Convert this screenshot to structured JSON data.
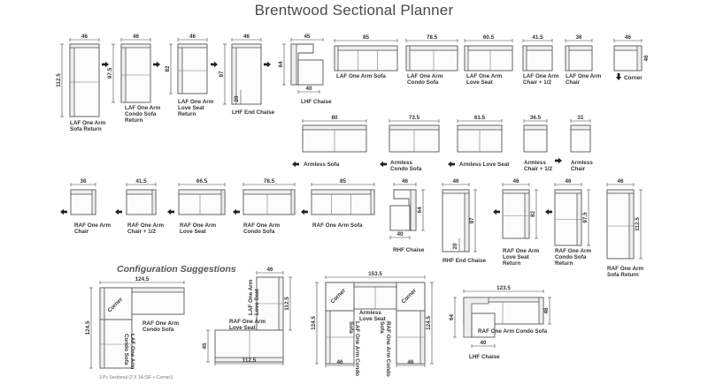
{
  "title": "Brentwood Sectional Planner",
  "config_heading": "Configuration Suggestions",
  "footnote": "3 Pc Sectional (2 X 1A (SF + Corner))",
  "pieces": {
    "laf_sofa_return": {
      "label": "LAF One Arm\nSofa Return",
      "w": "46",
      "d": "112.5"
    },
    "laf_condo_return": {
      "label": "LAF One Arm\nCondo Sofa\nReturn",
      "w": "46",
      "d": "97.5"
    },
    "laf_love_return": {
      "label": "LAF One Arm\nLove Seat\nReturn",
      "w": "46",
      "d": "82"
    },
    "lhf_end_chaise": {
      "label": "LHF End Chaise",
      "w": "46",
      "d": "97",
      "d2": "20"
    },
    "lhf_chaise": {
      "label": "LHF Chaise",
      "w": "45",
      "d": "64",
      "w2": "40"
    },
    "laf_sofa": {
      "label": "LAF One Arm Sofa",
      "w": "85"
    },
    "laf_condo": {
      "label": "LAF One Arm\nCondo Sofa",
      "w": "78.5"
    },
    "laf_love": {
      "label": "LAF One Arm\nLove Seat",
      "w": "60.5"
    },
    "laf_chair_half": {
      "label": "LAF One Arm\nChair + 1/2",
      "w": "41.5"
    },
    "laf_chair": {
      "label": "LAF One Arm\nChair",
      "w": "36"
    },
    "corner": {
      "label": "Corner",
      "w": "46",
      "d": "46"
    },
    "armless_sofa": {
      "label": "Armless Sofa",
      "w": "80"
    },
    "armless_condo": {
      "label": "Armless\nCondo Sofa",
      "w": "73.5"
    },
    "armless_love": {
      "label": "Armless Love Seat",
      "w": "61.5"
    },
    "armless_chair_half": {
      "label": "Armless\nChair + 1/2",
      "w": "36.5"
    },
    "armless_chair": {
      "label": "Armless\nChair",
      "w": "31"
    },
    "raf_chair": {
      "label": "RAF One Arm\nChair",
      "w": "36"
    },
    "raf_chair_half": {
      "label": "RAF One Arm\nChair + 1/2",
      "w": "41.5"
    },
    "raf_love": {
      "label": "RAF One Arm\nLove Seat",
      "w": "66.5"
    },
    "raf_condo": {
      "label": "RAF One Arm\nCondo Sofa",
      "w": "78.5"
    },
    "raf_sofa": {
      "label": "RAF One Arm Sofa",
      "w": "85"
    },
    "rhf_chaise": {
      "label": "RHF Chaise",
      "w": "46",
      "d": "64",
      "w2": "40"
    },
    "rhf_end_chaise": {
      "label": "RHF End Chaise",
      "w": "46",
      "d": "97",
      "d2": "20"
    },
    "raf_love_return": {
      "label": "RAF One Arm\nLove Seat\nReturn",
      "w": "46",
      "d": "82"
    },
    "raf_condo_return": {
      "label": "RAF One Arm\nCondo Sofa\nReturn",
      "w": "46",
      "d": "97.5"
    },
    "raf_sofa_return": {
      "label": "RAF One Arm\nSofa Return",
      "w": "46",
      "d": "112.5"
    }
  },
  "configs": {
    "c1": {
      "top": "124.5",
      "side": "124.5",
      "corner": "Corner",
      "raf": "RAF One Arm\nCondo Sofa",
      "laf": "LAF One Arm\nCondo Sofa"
    },
    "c2": {
      "top": "46",
      "side": "112.5",
      "left": "45",
      "bottom": "112.5",
      "love": "LAF One Arm\nLove Seat",
      "raf": "RAF One Arm\nLove Seat"
    },
    "c3": {
      "top": "153.5",
      "left": "124.5",
      "right": "124.5",
      "b1": "46",
      "b2": "46",
      "corner1": "Corner",
      "corner2": "Corner",
      "armless": "Armless\nLove Seat",
      "laf": "LAF One Arm Condo\nSofa",
      "raf": "RAF One Arm Condo\nSofa"
    },
    "c4": {
      "top": "123.5",
      "left": "64",
      "right": "46",
      "bottom": "40",
      "raf": "RAF One Arm Condo Sofa",
      "chaise": "LHF Chaise"
    }
  },
  "icons": [
    "arrow-right-icon",
    "arrow-left-icon",
    "arrow-down-icon"
  ]
}
